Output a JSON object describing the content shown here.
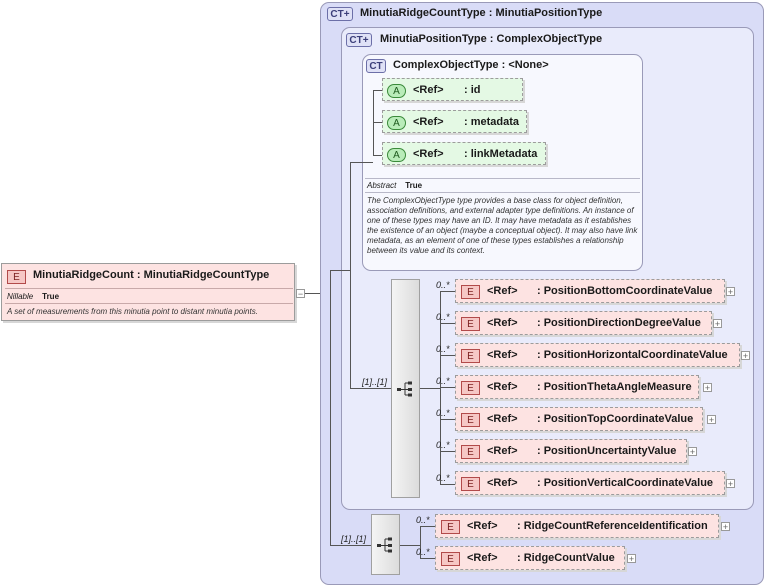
{
  "root": {
    "badge": "E",
    "name": "MinutiaRidgeCount",
    "type": "MinutiaRidgeCountType",
    "nillable_label": "Nillable",
    "nillable_value": "True",
    "doc": "A set of measurements from this minutia point to distant minutia points.",
    "collapse": "−"
  },
  "ct_outer": {
    "badge": "CT+",
    "name": "MinutiaRidgeCountType",
    "base": "MinutiaPositionType"
  },
  "ct_mid": {
    "badge": "CT+",
    "name": "MinutiaPositionType",
    "base": "ComplexObjectType"
  },
  "ct_inner": {
    "badge": "CT",
    "name": "ComplexObjectType",
    "base": "<None>",
    "attributes": [
      {
        "badge": "A",
        "ref": "<Ref>",
        "name": ": id"
      },
      {
        "badge": "A",
        "ref": "<Ref>",
        "name": ": metadata"
      },
      {
        "badge": "A",
        "ref": "<Ref>",
        "name": ": linkMetadata"
      }
    ],
    "abstract_label": "Abstract",
    "abstract_value": "True",
    "doc": "The ComplexObjectType type provides a base class for object definition, association definitions, and external adapter type definitions. An instance of one of these types may have an ID. It may have metadata as it establishes the existence of an object (maybe a conceptual object). It may also have link metadata, as an element of one of these types establishes a relationship between its value and its context."
  },
  "sequence1": {
    "occurs": "[1]..[1]",
    "elements": [
      {
        "occurs": "0..*",
        "badge": "E",
        "ref": "<Ref>",
        "name": ": PositionBottomCoordinateValue",
        "expand": "+"
      },
      {
        "occurs": "0..*",
        "badge": "E",
        "ref": "<Ref>",
        "name": ": PositionDirectionDegreeValue",
        "expand": "+"
      },
      {
        "occurs": "0..*",
        "badge": "E",
        "ref": "<Ref>",
        "name": ": PositionHorizontalCoordinateValue",
        "expand": "+"
      },
      {
        "occurs": "0..*",
        "badge": "E",
        "ref": "<Ref>",
        "name": ": PositionThetaAngleMeasure",
        "expand": "+"
      },
      {
        "occurs": "0..*",
        "badge": "E",
        "ref": "<Ref>",
        "name": ": PositionTopCoordinateValue",
        "expand": "+"
      },
      {
        "occurs": "0..*",
        "badge": "E",
        "ref": "<Ref>",
        "name": ": PositionUncertaintyValue",
        "expand": "+"
      },
      {
        "occurs": "0..*",
        "badge": "E",
        "ref": "<Ref>",
        "name": ": PositionVerticalCoordinateValue",
        "expand": "+"
      }
    ]
  },
  "sequence2": {
    "occurs": "[1]..[1]",
    "elements": [
      {
        "occurs": "0..*",
        "badge": "E",
        "ref": "<Ref>",
        "name": ": RidgeCountReferenceIdentification",
        "expand": "+"
      },
      {
        "occurs": "0..*",
        "badge": "E",
        "ref": "<Ref>",
        "name": ": RidgeCountValue",
        "expand": "+"
      }
    ]
  }
}
